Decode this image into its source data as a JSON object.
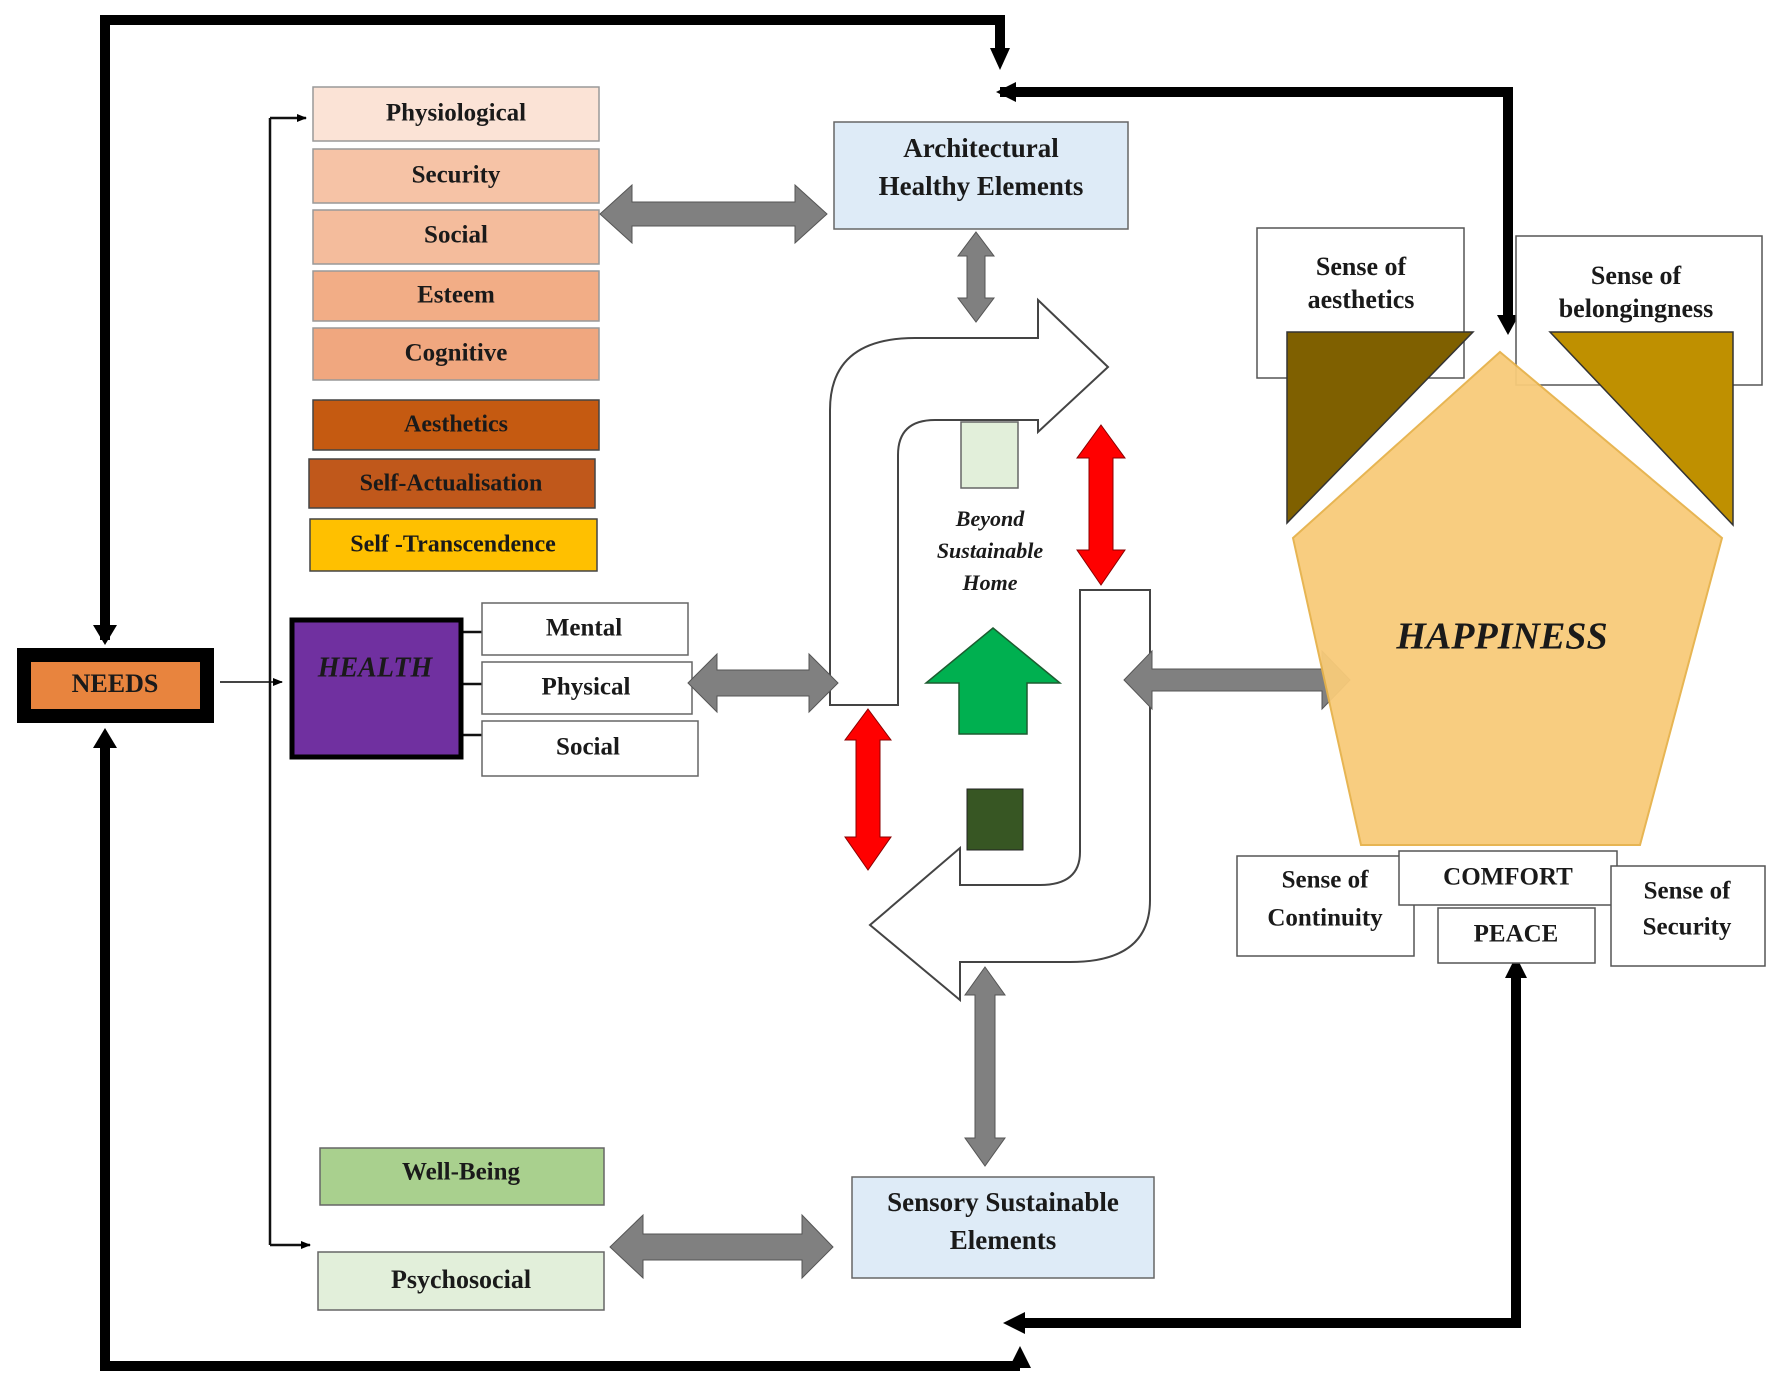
{
  "needs": {
    "label": "NEEDS"
  },
  "hierarchy": {
    "physiological": "Physiological",
    "security": "Security",
    "social": "Social",
    "esteem": "Esteem",
    "cognitive": "Cognitive",
    "aesthetics": "Aesthetics",
    "self_actualisation": "Self-Actualisation",
    "self_transcendence": "Self -Transcendence"
  },
  "health": {
    "label": "HEALTH",
    "mental": "Mental",
    "physical": "Physical",
    "social": "Social"
  },
  "wellbeing": {
    "well_being": "Well-Being",
    "psychosocial": "Psychosocial"
  },
  "architectural": {
    "line1": "Architectural",
    "line2": "Healthy Elements"
  },
  "sensory": {
    "line1": "Sensory Sustainable",
    "line2": "Elements"
  },
  "center": {
    "line1": "Beyond",
    "line2": "Sustainable",
    "line3": "Home"
  },
  "happiness": {
    "label": "HAPPINESS",
    "aesthetics_line1": "Sense of",
    "aesthetics_line2": "aesthetics",
    "belonging_line1": "Sense of",
    "belonging_line2": "belongingness",
    "continuity_line1": "Sense of",
    "continuity_line2": "Continuity",
    "comfort": "COMFORT",
    "peace": "PEACE",
    "security_line1": "Sense of",
    "security_line2": "Security"
  },
  "colors": {
    "needs_fill": "#e8843e",
    "health_fill": "#7030a0",
    "physiological": "#fbe3d6",
    "security": "#f6c3a6",
    "social": "#f4bc9c",
    "esteem": "#f2ad86",
    "cognitive": "#f0a77f",
    "aesthetics": "#c55a11",
    "self_actualisation": "#c0581b",
    "self_transcendence": "#ffc000",
    "well_being": "#a9d08e",
    "psychosocial": "#e2efda",
    "architectural": "#deebf7",
    "sensory": "#deebf7",
    "happiness": "#f8cb7a",
    "triangle_left": "#7f6000",
    "triangle_right": "#bf9000",
    "green_arrow": "#00b050",
    "square_light": "#e2efda",
    "square_dark": "#375623",
    "red_arrow": "#ff0000",
    "gray_arrow": "#808080"
  }
}
